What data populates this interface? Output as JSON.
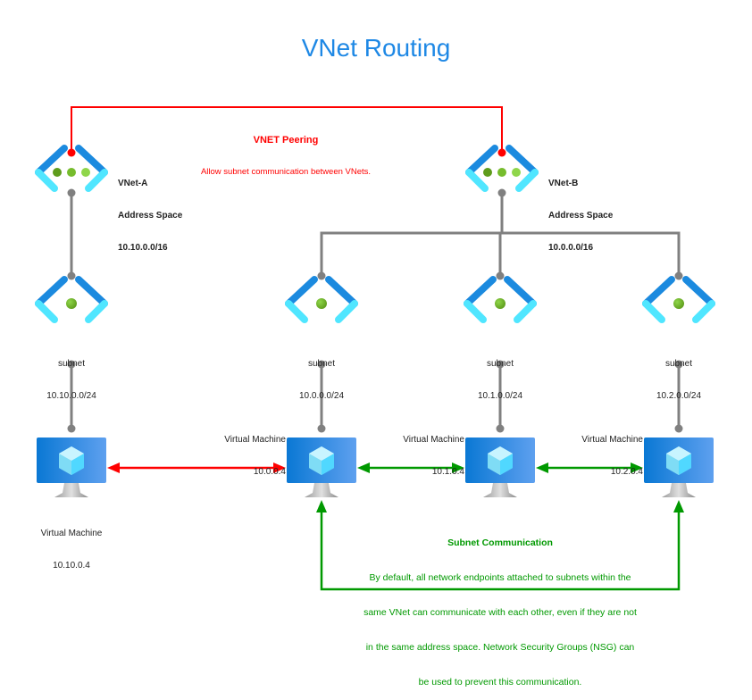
{
  "title": "VNet Routing",
  "colors": {
    "title": "#1e88e5",
    "peering": "#ff0000",
    "subnet_comm": "#009900",
    "connector": "#808080",
    "icon_dark_blue": "#1b8adf",
    "icon_light_blue": "#50e6ff",
    "icon_green": "#76bc2d"
  },
  "peering": {
    "heading": "VNET Peering",
    "description": "Allow subnet communication between VNets."
  },
  "vnets": [
    {
      "name": "VNet-A",
      "label": "Address Space",
      "cidr": "10.10.0.0/16"
    },
    {
      "name": "VNet-B",
      "label": "Address Space",
      "cidr": "10.0.0.0/16"
    }
  ],
  "subnets": [
    {
      "label": "subnet",
      "cidr": "10.10.0.0/24"
    },
    {
      "label": "subnet",
      "cidr": "10.0.0.0/24"
    },
    {
      "label": "subnet",
      "cidr": "10.1.0.0/24"
    },
    {
      "label": "subnet",
      "cidr": "10.2.0.0/24"
    }
  ],
  "vms": [
    {
      "label": "Virtual Machine",
      "ip": "10.10.0.4"
    },
    {
      "label": "Virtual Machine",
      "ip": "10.0.0.4"
    },
    {
      "label": "Virtual Machine",
      "ip": "10.1.0.4"
    },
    {
      "label": "Virtual Machine",
      "ip": "10.2.0.4"
    }
  ],
  "subnet_communication": {
    "heading": "Subnet Communication",
    "lines": [
      "By default, all network endpoints attached to subnets within the",
      "same VNet can communicate with each other, even if they are not",
      "in the same address space. Network Security Groups (NSG) can",
      "be used to prevent this communication."
    ]
  }
}
